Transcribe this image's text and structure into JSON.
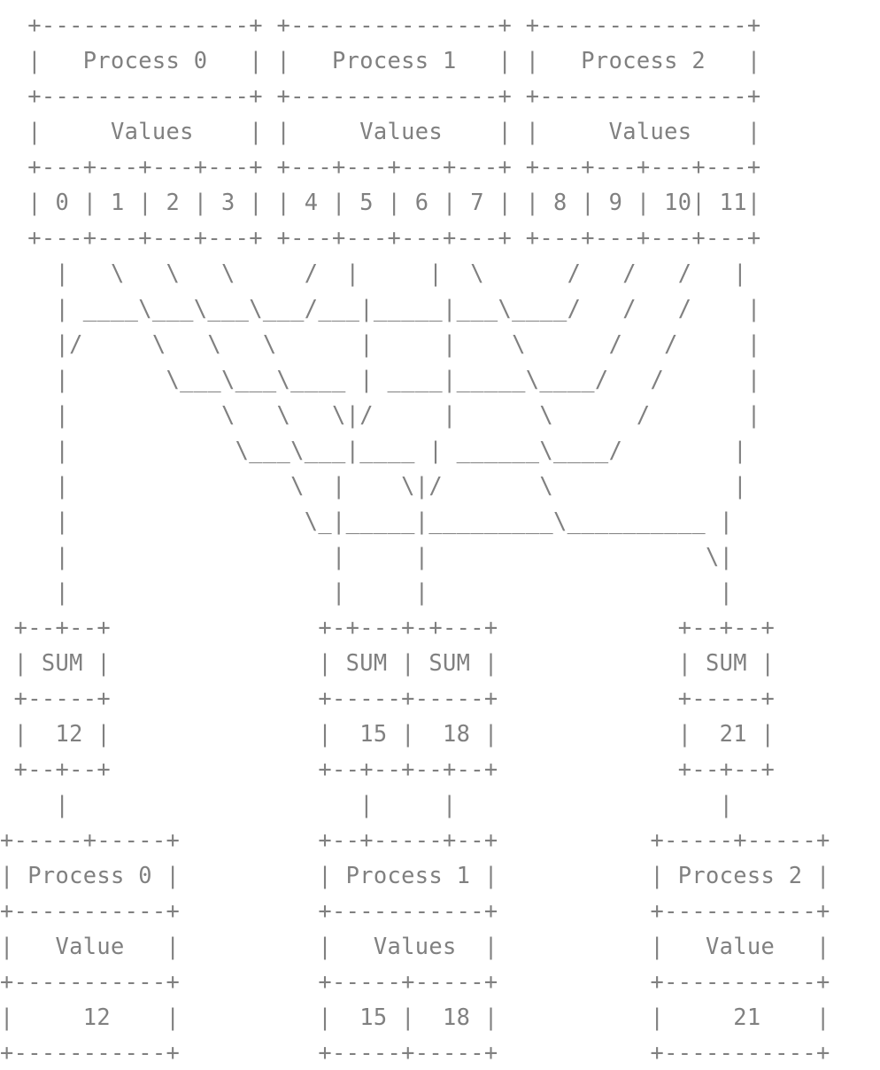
{
  "diagram": {
    "lines": [
      "  +---------------+ +---------------+ +---------------+",
      "  |   Process 0   | |   Process 1   | |   Process 2   |",
      "  +---------------+ +---------------+ +---------------+",
      "  |     Values    | |     Values    | |     Values    |",
      "  +---+---+---+---+ +---+---+---+---+ +---+---+---+---+",
      "  | 0 | 1 | 2 | 3 | | 4 | 5 | 6 | 7 | | 8 | 9 | 10| 11|",
      "  +---+---+---+---+ +---+---+---+---+ +---+---+---+---+",
      "    |   \\   \\   \\     /  |     |  \\      /   /   /   |",
      "    | ____\\___\\___\\___/___|_____|___\\____/   /   /    |",
      "    |/     \\   \\   \\      |     |    \\      /   /     |",
      "    |       \\___\\___\\____ | ____|_____\\____/   /      |",
      "    |           \\   \\   \\|/     |      \\      /       |",
      "    |            \\___\\___|____ | ______\\____/        |",
      "    |                \\  |    \\|/       \\             |",
      "    |                 \\_|_____|_________\\__________ |",
      "    |                   |     |                    \\|",
      "    |                   |     |                     |",
      " +--+--+               +-+---+-+---+             +--+--+",
      " | SUM |               | SUM | SUM |             | SUM |",
      " +-----+               +-----+-----+             +-----+",
      " |  12 |               |  15 |  18 |             |  21 |",
      " +--+--+               +--+--+--+--+             +--+--+",
      "    |                     |     |                   |",
      "+-----+-----+          +--+-----+--+           +-----+-----+",
      "| Process 0 |          | Process 1 |           | Process 2 |",
      "+-----------+          +-----------+           +-----------+",
      "|   Value   |          |   Values  |           |   Value   |",
      "+-----------+          +-----+-----+           +-----------+",
      "|     12    |          |  15 |  18 |           |     21    |",
      "+-----------+          +-----+-----+           +-----------+"
    ]
  }
}
